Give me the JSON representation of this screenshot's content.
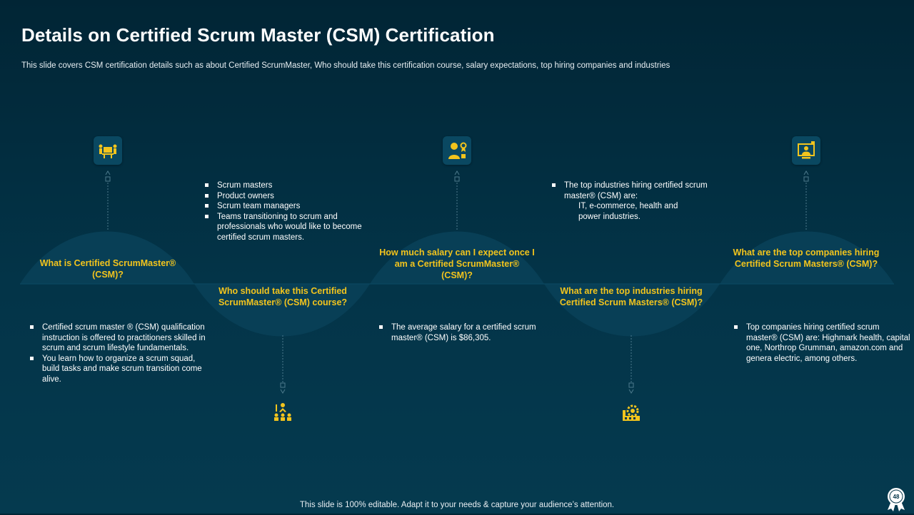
{
  "slide": {
    "title": "Details on Certified Scrum Master (CSM) Certification",
    "subtitle": "This slide covers CSM certification details such as about Certified ScrumMaster, Who should take this certification course, salary expectations, top hiring companies and industries",
    "footer": "This slide is 100% editable. Adapt it to your needs & capture your audience’s attention.",
    "page_number": "48"
  },
  "colors": {
    "background": "#033448",
    "accent": "#f2c41d",
    "wave": "#083f56",
    "text": "#ffffff"
  },
  "sections": [
    {
      "heading": "What is Certified ScrumMaster® (CSM)?",
      "icon": "meeting-table-icon",
      "bullets": [
        "Certified scrum master ® (CSM) qualification instruction is offered to practitioners skilled in scrum and scrum lifestyle fundamentals.",
        "You learn how to organize a scrum squad, build tasks and make scrum transition come alive."
      ]
    },
    {
      "heading": "Who should take this Certified ScrumMaster® (CSM) course?",
      "icon": "presenter-audience-icon",
      "bullets": [
        "Scrum masters",
        "Product owners",
        "Scrum team managers",
        "Teams transitioning to scrum and professionals who would like to become certified scrum masters."
      ]
    },
    {
      "heading": "How much salary can I expect once I am a Certified ScrumMaster® (CSM)?",
      "icon": "person-award-icon",
      "bullets": [
        "The average salary for a certified scrum master® (CSM) is $86,305."
      ]
    },
    {
      "heading": "What are the top industries hiring Certified Scrum Masters® (CSM)?",
      "icon": "industry-gear-icon",
      "bullets": [
        "The top industries hiring certified scrum master® (CSM) are:"
      ],
      "sub_text": "IT, e-commerce, health and power industries."
    },
    {
      "heading": "What are the top companies hiring Certified Scrum Masters® (CSM)?",
      "icon": "company-hiring-icon",
      "bullets": [
        "Top companies hiring certified scrum master® (CSM) are: Highmark health, capital one, Northrop Grumman, amazon.com and genera electric, among others."
      ]
    }
  ]
}
